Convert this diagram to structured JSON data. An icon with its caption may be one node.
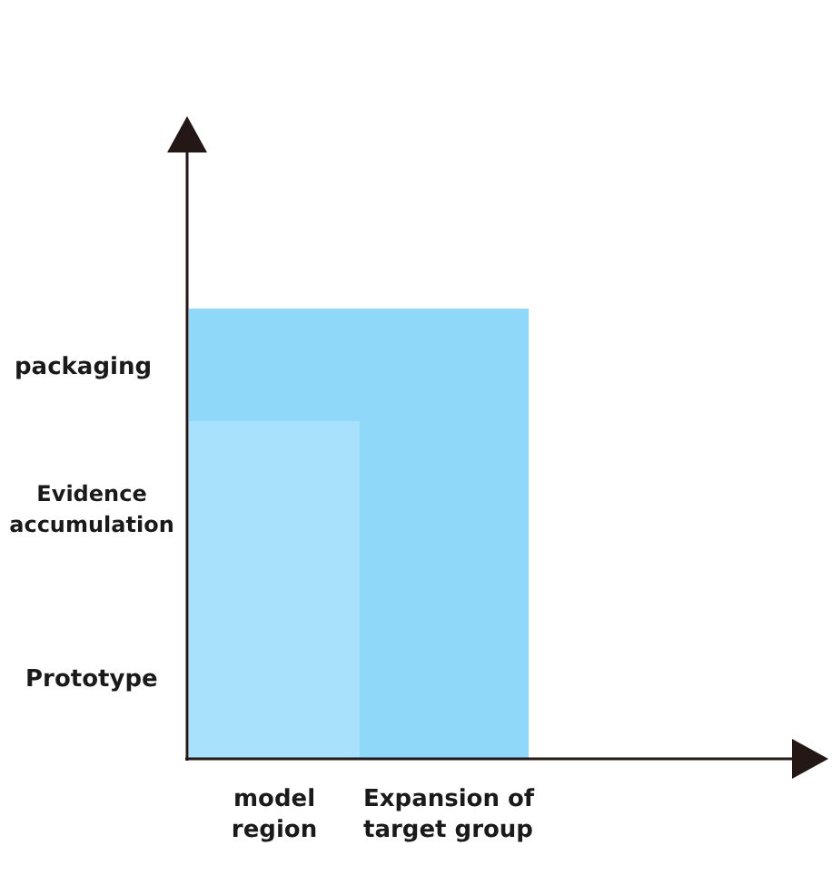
{
  "diagram": {
    "labels": [
      "packaging",
      "Evidence accumulation",
      "Prototype",
      "model region",
      "Expansion of target group"
    ]
  }
}
